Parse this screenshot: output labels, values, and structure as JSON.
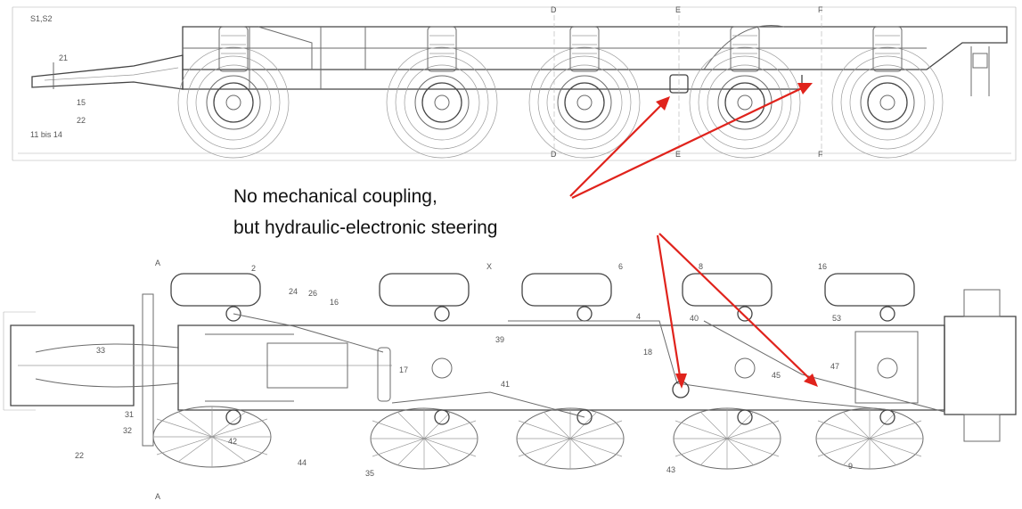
{
  "callout": {
    "line1": "No mechanical coupling,",
    "line2": "but hydraulic-electronic steering"
  },
  "side_view": {
    "part_labels": [
      "S1,S2",
      "21",
      "15",
      "22",
      "11 bis 14"
    ],
    "section_marks": [
      "D",
      "D",
      "E",
      "E",
      "F",
      "F"
    ]
  },
  "top_view": {
    "part_labels": [
      "2",
      "24",
      "26",
      "16",
      "33",
      "X",
      "17",
      "39",
      "6",
      "4",
      "8",
      "40",
      "18",
      "53",
      "16",
      "45",
      "47",
      "41",
      "31",
      "32",
      "22",
      "42",
      "44",
      "35",
      "43",
      "9"
    ],
    "section_marks": [
      "A",
      "A"
    ]
  },
  "colors": {
    "arrow": "#e0231c",
    "drawing": "#6b6b6b"
  }
}
